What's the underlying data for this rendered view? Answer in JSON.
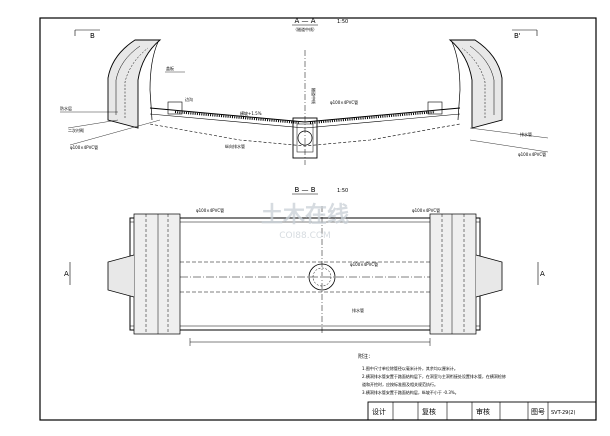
{
  "section_aa": {
    "title": "A — A",
    "scale": "1:50",
    "sub": "（隧道中线）",
    "mark_left": "B",
    "mark_right": "B'"
  },
  "section_bb": {
    "title": "B — B",
    "scale": "1:50",
    "mark_left": "A",
    "mark_right": "A"
  },
  "watermark": {
    "main": "土木在线",
    "sub": "COI88.COM"
  },
  "notes": {
    "heading": "附注：",
    "lines": [
      "1.图中尺寸单位除管径以毫米计外，其余均以厘米计。",
      "2.横洞排水管安置于路面结构层下，在洞室与主洞衔接处设置排水管，在横洞检修",
      "  道和开挖时，应按标准图及相关规范执行。",
      "3.横洞排水管安置于路面结构层，纵坡不小于 -0.3%。"
    ]
  },
  "title_block": {
    "design": "设计",
    "review": "复核",
    "check": "审核",
    "drawing_no_label": "图号",
    "drawing_no": "SVT-29(2)"
  },
  "annotations": {
    "pipe_left": "φ100×4PVC管",
    "pipe_right": "φ100×4PVC管",
    "drain_label": "排水管",
    "center_label": "隧道中线",
    "pipe_mid": "φ100×4PVC管",
    "slope": "横坡+1.5%",
    "longitudinal_pipe": "纵向排水管",
    "side_ditch": "边沟",
    "cover": "盖板",
    "layer": "防水层",
    "lining": "二次衬砌"
  },
  "colors": {
    "line": "#000000",
    "watermark": "#c9d0d6"
  }
}
